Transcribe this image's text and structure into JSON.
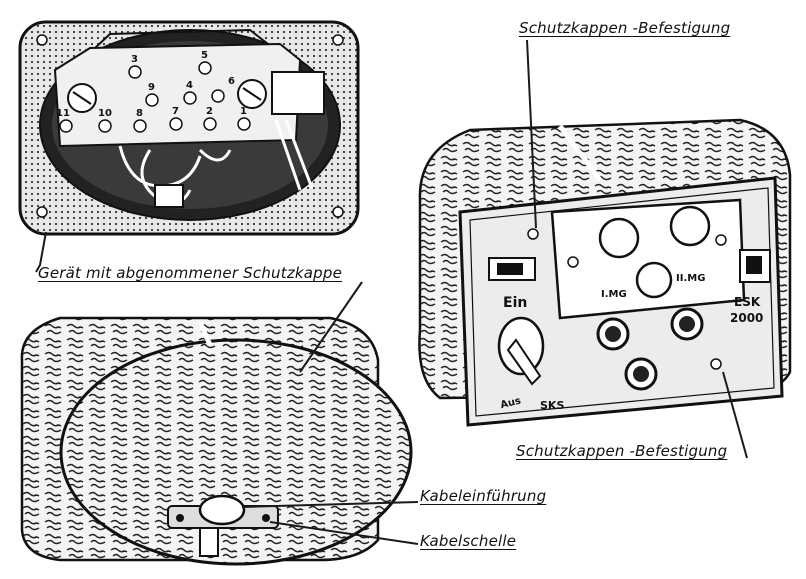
{
  "labels": {
    "top_right": "Schutzkappen -Befestigung",
    "middle_left": "Gerät mit abgenommener Schutzkappe",
    "bottom_right": "Schutzkappen -Befestigung",
    "cable_entry": "Kabeleinführung",
    "cable_clamp": "Kabelschelle"
  },
  "panel": {
    "switch_on": "Ein",
    "switch_off": "Aus",
    "lamp_left": "I.MG",
    "lamp_right": "II.MG",
    "model": "ESK",
    "model_number": "2000",
    "maker": "SKS"
  },
  "terminals": [
    "3",
    "5",
    "9",
    "4",
    "11",
    "10",
    "8",
    "7",
    "2",
    "1",
    "6"
  ]
}
